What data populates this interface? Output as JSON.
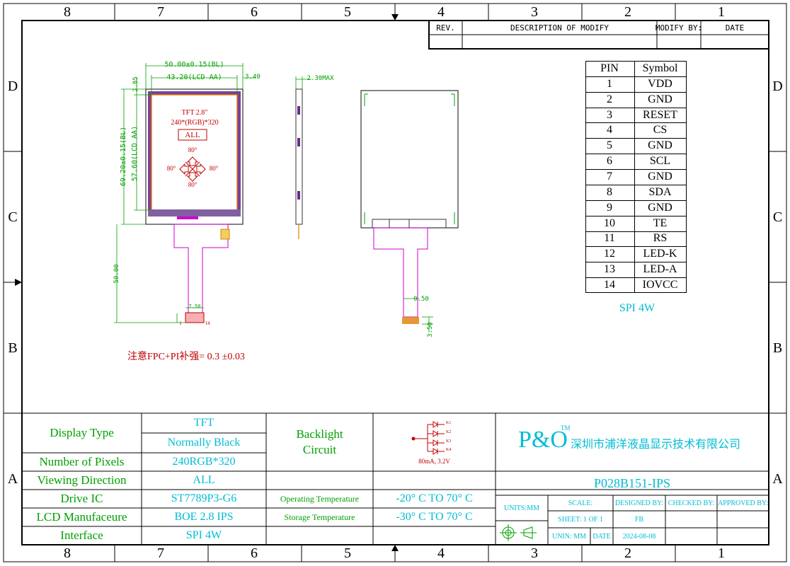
{
  "frame": {
    "cols": [
      "8",
      "7",
      "6",
      "5",
      "4",
      "3",
      "2",
      "1"
    ],
    "rows": [
      "D",
      "C",
      "B",
      "A"
    ]
  },
  "revision": {
    "rev": "REV.",
    "desc": "DESCRIPTION OF MODIFY",
    "by": "MODIFY BY:",
    "date": "DATE"
  },
  "pin_table": {
    "headers": [
      "PIN",
      "Symbol"
    ],
    "rows": [
      [
        "1",
        "VDD"
      ],
      [
        "2",
        "GND"
      ],
      [
        "3",
        "RESET"
      ],
      [
        "4",
        "CS"
      ],
      [
        "5",
        "GND"
      ],
      [
        "6",
        "SCL"
      ],
      [
        "7",
        "GND"
      ],
      [
        "8",
        "SDA"
      ],
      [
        "9",
        "GND"
      ],
      [
        "10",
        "TE"
      ],
      [
        "11",
        "RS"
      ],
      [
        "12",
        "LED-K"
      ],
      [
        "13",
        "LED-A"
      ],
      [
        "14",
        "IOVCC"
      ]
    ],
    "note": "SPI 4W"
  },
  "drawing": {
    "dim_width_bl": "50.00±0.15(BL)",
    "dim_width_aa": "43.20(LCD AA)",
    "dim_right": "3.40",
    "dim_top": "2.85",
    "dim_height_bl": "69.20±0.15(BL)",
    "dim_height_aa": "57.60(LCD AA)",
    "dim_fpc": "50.00",
    "dim_thick": "2.30MAX",
    "dim_pitch": "0.50",
    "dim_conn": "3.50",
    "dim_conn_w": "7.50",
    "lcd_title": "TFT 2.8\"",
    "lcd_res": "240*(RGB)*320",
    "lcd_view": "ALL",
    "angle_top": "80°",
    "angle_left": "80°",
    "angle_right": "80°",
    "angle_bottom": "80°",
    "fpc_note": "注意FPC+PI补强= 0.3 ±0.03",
    "pin_first": "1",
    "pin_last": "14"
  },
  "spec": {
    "rows": [
      {
        "label": "Display Type",
        "values": [
          "TFT",
          "Normally Black"
        ]
      },
      {
        "label": "Number of Pixels",
        "values": [
          "240RGB*320"
        ]
      },
      {
        "label": "Viewing Direction",
        "values": [
          "ALL"
        ]
      },
      {
        "label": "Drive IC",
        "values": [
          "ST7789P3-G6"
        ]
      },
      {
        "label": "LCD Manufaceure",
        "values": [
          "BOE 2.8 IPS"
        ]
      },
      {
        "label": "Interface",
        "values": [
          "SPI 4W"
        ]
      }
    ],
    "backlight": "Backlight Circuit",
    "backlight_spec": "80mA, 3.2V",
    "led_labels": [
      "K1",
      "K2",
      "K3",
      "K4"
    ],
    "op_temp_label": "Operating Temperature",
    "op_temp": "-20° C TO 70° C",
    "st_temp_label": "Storage Temperature",
    "st_temp": "-30° C TO 70° C"
  },
  "title_block": {
    "logo": "P&O",
    "tm": "TM",
    "company": "深圳市浦洋液晶显示技术有限公司",
    "part": "P028B151-IPS",
    "units": "UNITS:MM",
    "scale": "SCALE:",
    "sheet": "SHEET: 1 OF 1",
    "unin": "UNIN: MM",
    "date_label": "DATE",
    "date": "2024-08-08",
    "designed": "DESIGNED BY:",
    "designer": "FB",
    "checked": "CHECKED BY:",
    "approved": "APPROVED BY:"
  },
  "colors": {
    "green": "#00a000",
    "cyan": "#00bcd4",
    "red": "#c00000",
    "magenta": "#d000d0",
    "purple": "#6a2c91",
    "orange": "#e08000"
  }
}
